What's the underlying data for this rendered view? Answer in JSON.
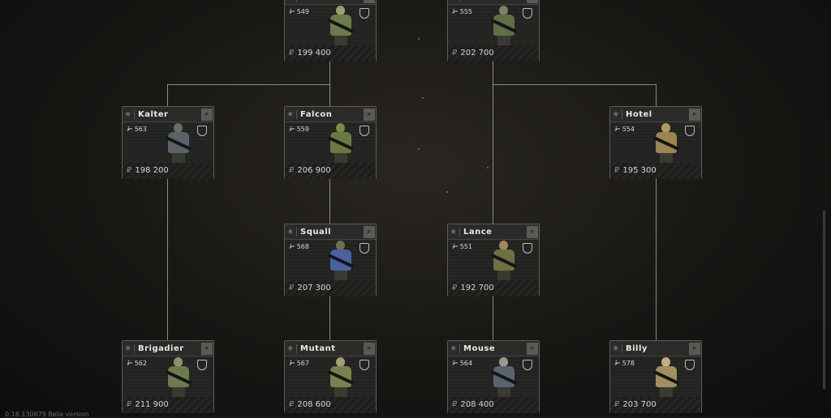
{
  "cards": [
    {
      "name": "",
      "level": "549",
      "price": "199 400",
      "colors": [
        "#9aa070",
        "#6d7a4e"
      ]
    },
    {
      "name": "",
      "level": "555",
      "price": "202 700",
      "colors": [
        "#7a8460",
        "#5f6d48"
      ]
    },
    {
      "name": "Kalter",
      "level": "563",
      "price": "198 200",
      "colors": [
        "#6a6e62",
        "#5a6468"
      ]
    },
    {
      "name": "Falcon",
      "level": "559",
      "price": "206 900",
      "colors": [
        "#7a8a4e",
        "#6b7a40"
      ]
    },
    {
      "name": "Hotel",
      "level": "554",
      "price": "195 300",
      "colors": [
        "#b09a60",
        "#9a8650"
      ]
    },
    {
      "name": "Squall",
      "level": "568",
      "price": "207 300",
      "colors": [
        "#6a7050",
        "#4a60a0"
      ]
    },
    {
      "name": "Lance",
      "level": "551",
      "price": "192 700",
      "colors": [
        "#a08a5a",
        "#6d7040"
      ]
    },
    {
      "name": "Brigadier",
      "level": "562",
      "price": "211 900",
      "colors": [
        "#8a946a",
        "#6d7a4e"
      ]
    },
    {
      "name": "Mutant",
      "level": "567",
      "price": "208 600",
      "colors": [
        "#a0a070",
        "#7a8050"
      ]
    },
    {
      "name": "Mouse",
      "level": "564",
      "price": "208 400",
      "colors": [
        "#9a9a90",
        "#5a6470"
      ]
    },
    {
      "name": "Billy",
      "level": "578",
      "price": "203 700",
      "colors": [
        "#c0b080",
        "#a09060"
      ]
    }
  ],
  "currency": "₽",
  "version": "0.18.130679 Beta version"
}
